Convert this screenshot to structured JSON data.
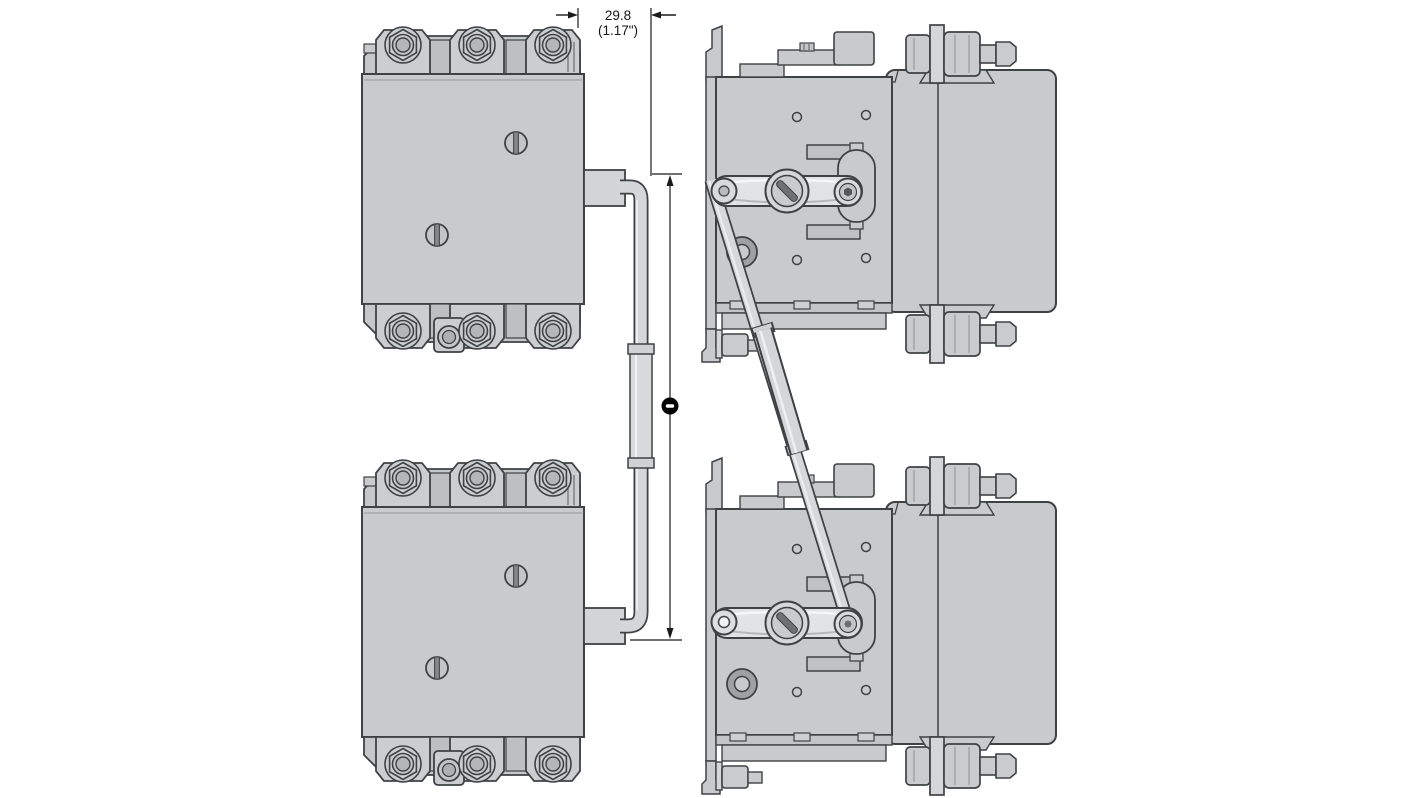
{
  "figure": {
    "kind": "technical-drawing",
    "subject": "Two molded-case circuit breakers with walking-beam mechanical interlock, front and side elevation views",
    "views": {
      "front_upper": "front-view-upper-breaker",
      "front_lower": "front-view-lower-breaker",
      "side_upper": "side-view-upper-breaker",
      "side_lower": "side-view-lower-breaker"
    },
    "dimension_offset": {
      "mm": "29.8",
      "inch": "(1.17\")"
    },
    "callout": {
      "style": "filled-dot-marker"
    },
    "colors": {
      "background": "#ffffff",
      "body_fill": "#c8cacc",
      "block_fill": "#c5c7c9",
      "housing_fill": "#cbcdcf",
      "lever_fill": "#e2e3e4",
      "rod_fill": "#d6d8d9",
      "outline": "#3f4245",
      "dimension": "#1a1a1a"
    }
  }
}
